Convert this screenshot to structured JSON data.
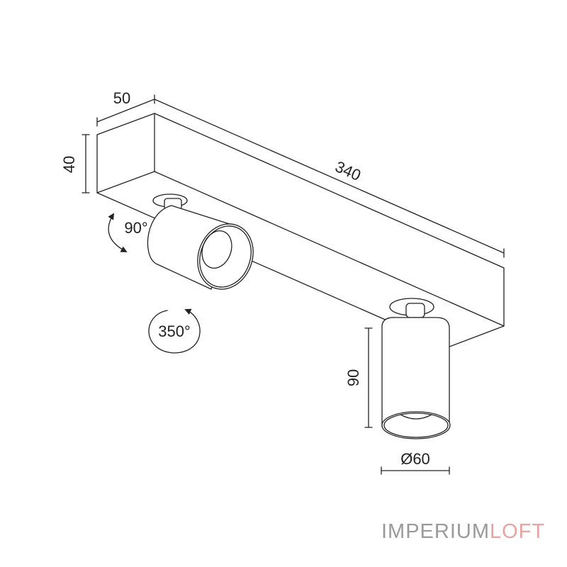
{
  "dimensions": {
    "width": "50",
    "height": "40",
    "length": "340",
    "spot_height": "90",
    "spot_diameter": "Ø60"
  },
  "rotations": {
    "tilt": "90°",
    "swivel": "350°"
  },
  "logo": {
    "part1": "IMPERIUM",
    "part2": "LOFT",
    "colors": {
      "part1": "#9a9a9a",
      "part2": "#e8a4a4"
    }
  }
}
